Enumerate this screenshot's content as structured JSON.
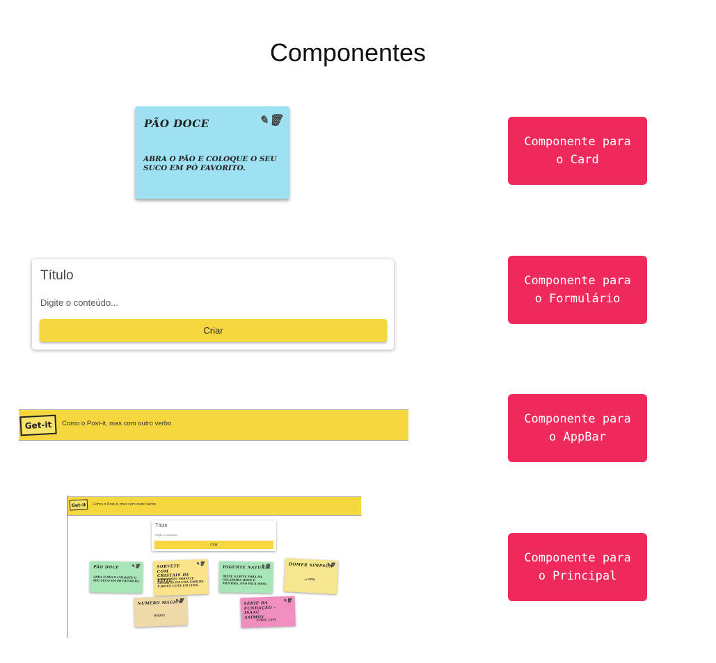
{
  "page_title": "Componentes",
  "labels": {
    "card": [
      "Componente para",
      "o Card"
    ],
    "form": [
      "Componente para",
      "o Formulário"
    ],
    "appbar": [
      "Componente para",
      "o AppBar"
    ],
    "principal": [
      "Componente para",
      "o Principal"
    ]
  },
  "card_example": {
    "title": "Pão doce",
    "body": "Abra o pão e coloque o seu suco em pó favorito.",
    "icons": [
      "edit-icon",
      "trash-icon"
    ],
    "color": "#9de1f2"
  },
  "form_example": {
    "title_placeholder": "Título",
    "content_placeholder": "Digite o conteúdo...",
    "button_label": "Criar",
    "button_color": "#f6d73f"
  },
  "appbar_example": {
    "logo_text": "Get-it",
    "subtitle": "Como o Post-it, mas com outro verbo",
    "color": "#f6d73f"
  },
  "principal_example": {
    "logo_text": "Get-it",
    "subtitle": "Como o Post-it, mas com outro verbo",
    "form": {
      "title_placeholder": "Título",
      "content_placeholder": "Digite o conteúdo...",
      "button_label": "Criar"
    },
    "notes": [
      {
        "title": "Pão doce",
        "body": "Abra o pão e coloque o seu suco em pó favorito.",
        "color": "#a8e6b8"
      },
      {
        "title": "Sorvete com cristais de leite",
        "body": "Sirva o seu sorvete favorito em uma vasilha e jogue leite em cima.",
        "color": "#fbe38a"
      },
      {
        "title": "Iogurte natural",
        "body": "Deixe o leite fora da geladeira (este é mentira, não faça isso).",
        "color": "#a8e6b8"
      },
      {
        "title": "Homer Simpson",
        "body": "~( ºoº)",
        "color": "#f6e690"
      },
      {
        "title": "Numero mágico",
        "body": "193253",
        "color": "#f0d9a8"
      },
      {
        "title": "Série da Fundação - Isaac Asimov",
        "body": "É boa, leia",
        "color": "#f08ec0"
      }
    ]
  },
  "accent_color": "#ee2a5c"
}
